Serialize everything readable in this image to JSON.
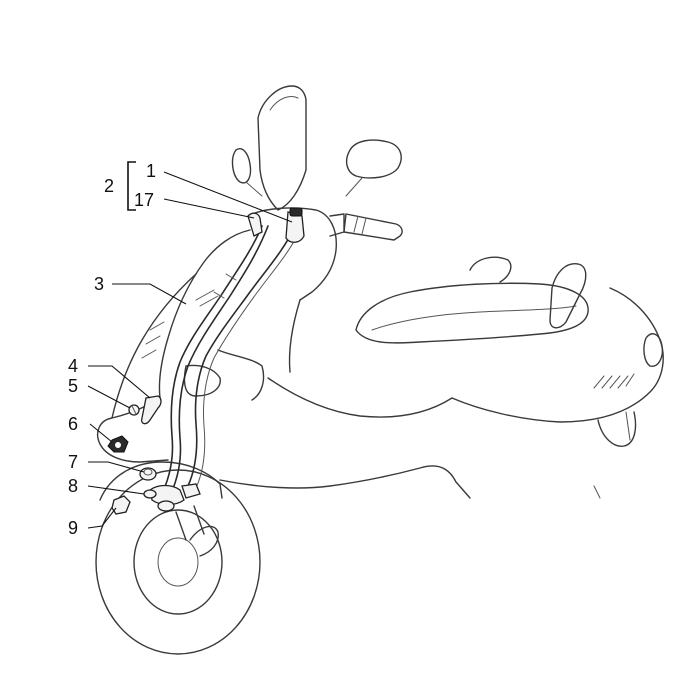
{
  "callouts": {
    "c1": "1",
    "c2": "2",
    "c17": "17",
    "c3": "3",
    "c4": "4",
    "c5": "5",
    "c6": "6",
    "c7": "7",
    "c8": "8",
    "c9": "9"
  }
}
